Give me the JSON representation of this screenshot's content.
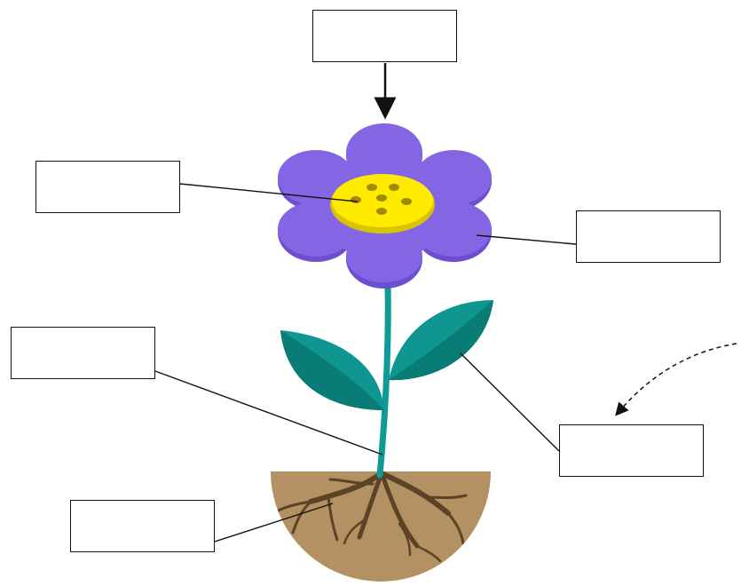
{
  "diagram": {
    "subject": "flowering plant",
    "labels": [
      {
        "id": "flower",
        "text": ""
      },
      {
        "id": "pistil-center",
        "text": ""
      },
      {
        "id": "petal",
        "text": ""
      },
      {
        "id": "stem",
        "text": ""
      },
      {
        "id": "leaf",
        "text": ""
      },
      {
        "id": "root",
        "text": ""
      }
    ],
    "colors": {
      "petal": "#8466e4",
      "petal_shadow": "#6c4fd0",
      "center": "#ffeb00",
      "center_rim": "#d9c400",
      "seed_dots": "#a18a00",
      "stem": "#0e9b96",
      "leaf": "#0f9690",
      "leaf_shadow": "#0a7c76",
      "soil": "#b39162",
      "root": "#5c4328",
      "line": "#111111"
    },
    "icons": {
      "arrow_top": "solid-down-arrow-icon",
      "arrow_right": "dashed-curved-arrow-icon"
    }
  }
}
